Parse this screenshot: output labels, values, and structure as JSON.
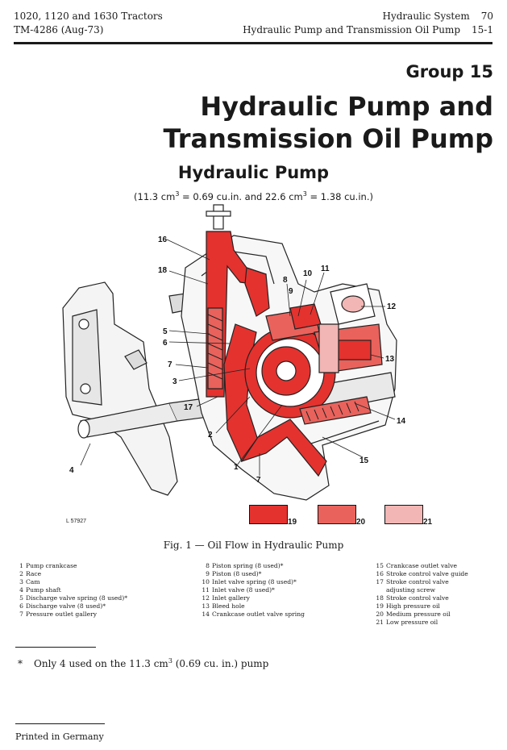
{
  "header": {
    "left_line1": "1020, 1120 and 1630 Tractors",
    "left_line2": "TM-4286 (Aug-73)",
    "right_line1": "Hydraulic System",
    "right_page1": "70",
    "right_line2": "Hydraulic Pump and Transmission Oil Pump",
    "right_page2": "15-1"
  },
  "group_label": "Group 15",
  "title_line1": "Hydraulic Pump and",
  "title_line2": "Transmission Oil Pump",
  "subtitle": "Hydraulic Pump",
  "spec": {
    "open": "(11.3 cm",
    "exp1": "3",
    "mid": " = 0.69 cu.in. and 22.6 cm",
    "exp2": "3",
    "close": " = 1.38 cu.in.)"
  },
  "figure": {
    "image_id": "L 57927",
    "callouts": [
      "1",
      "2",
      "3",
      "4",
      "5",
      "6",
      "7",
      "7",
      "8",
      "9",
      "10",
      "11",
      "12",
      "13",
      "14",
      "15",
      "16",
      "17",
      "18"
    ],
    "swatches": [
      {
        "number": "19",
        "color": "#e4322f"
      },
      {
        "number": "20",
        "color": "#e9625c"
      },
      {
        "number": "21",
        "color": "#f2b6b4"
      }
    ],
    "colors": {
      "high": "#e4322f",
      "medium": "#e9625c",
      "low": "#f2b6b4"
    }
  },
  "caption": "Fig. 1 — Oil Flow in Hydraulic Pump",
  "legend": {
    "col1": [
      {
        "n": "1",
        "t": "Pump crankcase"
      },
      {
        "n": "2",
        "t": "Race"
      },
      {
        "n": "3",
        "t": "Cam"
      },
      {
        "n": "4",
        "t": "Pump shaft"
      },
      {
        "n": "5",
        "t": "Discharge valve spring (8 used)*"
      },
      {
        "n": "6",
        "t": "Discharge valve (8 used)*"
      },
      {
        "n": "7",
        "t": "Pressure outlet gallery"
      }
    ],
    "col2": [
      {
        "n": "8",
        "t": "Piston spring (8 used)*"
      },
      {
        "n": "9",
        "t": "Piston (8 used)*"
      },
      {
        "n": "10",
        "t": "Inlet valve spring (8 used)*"
      },
      {
        "n": "11",
        "t": "Inlet valve (8 used)*"
      },
      {
        "n": "12",
        "t": "Inlet gallery"
      },
      {
        "n": "13",
        "t": "Bleed hole"
      },
      {
        "n": "14",
        "t": "Crankcase outlet valve spring"
      }
    ],
    "col3": [
      {
        "n": "15",
        "t": "Crankcase outlet valve"
      },
      {
        "n": "16",
        "t": "Stroke control valve guide"
      },
      {
        "n": "17",
        "t": "Stroke control valve"
      },
      {
        "n": "",
        "t": "adjusting screw"
      },
      {
        "n": "18",
        "t": "Stroke control valve"
      },
      {
        "n": "19",
        "t": "High pressure oil"
      },
      {
        "n": "20",
        "t": "Medium pressure oil"
      },
      {
        "n": "21",
        "t": "Low pressure oil"
      }
    ]
  },
  "footnote": {
    "mark": "*",
    "text_a": "Only 4 used on the 11.3 cm",
    "exp": "3",
    "text_b": " (0.69 cu. in.) pump"
  },
  "printed": "Printed in Germany"
}
